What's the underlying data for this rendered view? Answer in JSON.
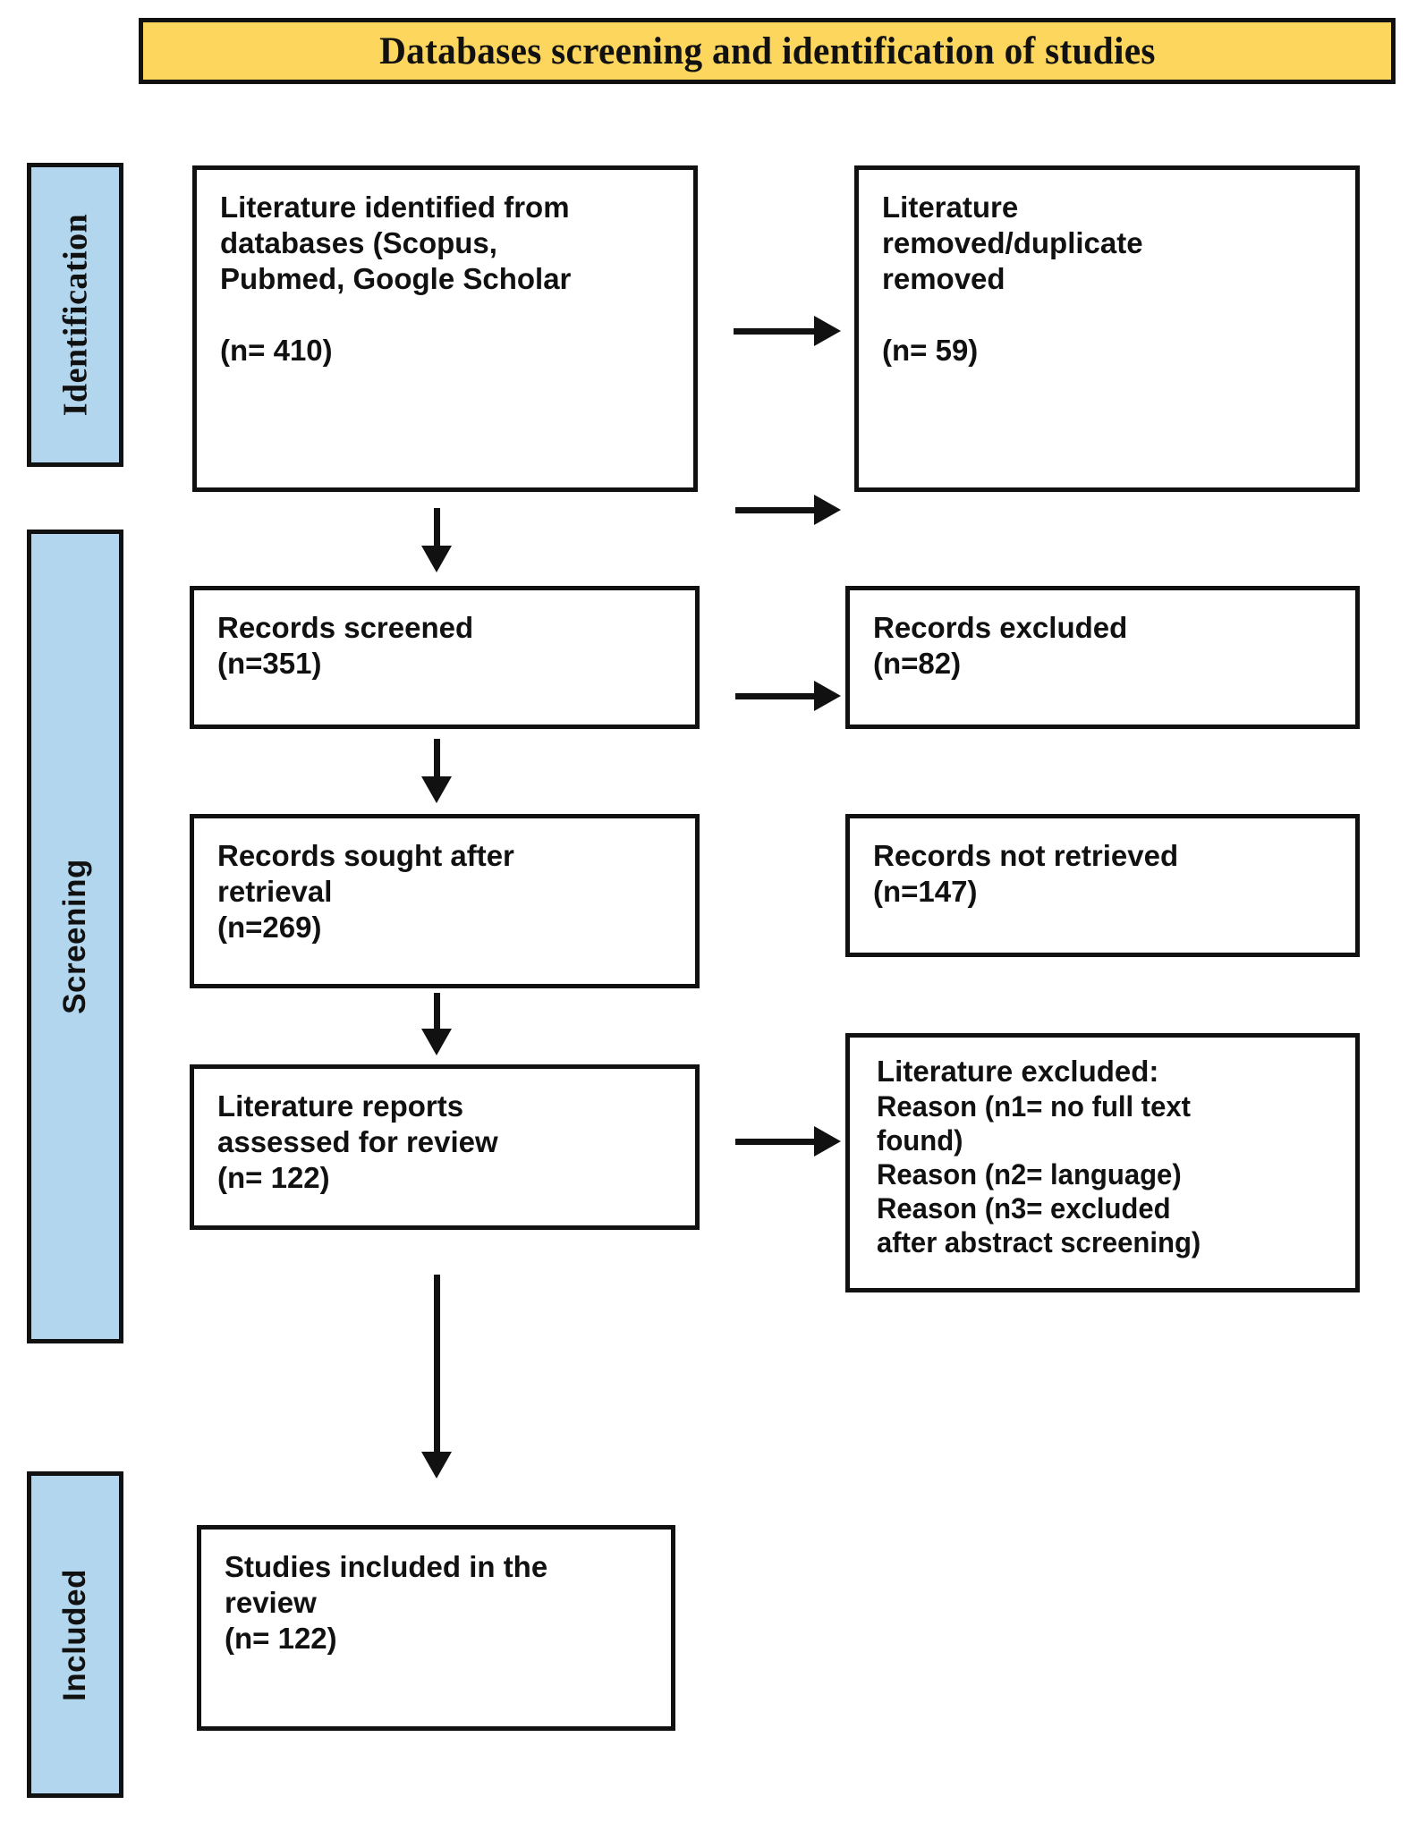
{
  "title": {
    "text": "Databases screening and identification of studies",
    "background_color": "#FDD75D",
    "border_color": "#111111"
  },
  "colors": {
    "stage_background": "#B1D6ED",
    "box_background": "#FFFFFF",
    "line": "#111111",
    "text": "#111111"
  },
  "stages": [
    {
      "label": "Identification"
    },
    {
      "label": "Screening"
    },
    {
      "label": "Included"
    }
  ],
  "boxes": {
    "identified": {
      "line1": "Literature identified from",
      "line2": "databases (Scopus,",
      "line3": "Pubmed, Google Scholar",
      "count": "(n= 410)"
    },
    "removed": {
      "line1": "Literature",
      "line2": "removed/duplicate",
      "line3": "removed",
      "count": "(n= 59)"
    },
    "screened": {
      "line1": "Records screened",
      "count": "(n=351)"
    },
    "excluded": {
      "line1": "Records excluded",
      "count": "(n=82)"
    },
    "sought": {
      "line1": "Records sought after",
      "line2": "retrieval",
      "count": "(n=269)"
    },
    "not_retrieved": {
      "line1": "Records not retrieved",
      "count": "(n=147)"
    },
    "assessed": {
      "line1": "Literature reports",
      "line2": "assessed for review",
      "count": "(n= 122)"
    },
    "literature_excluded": {
      "heading": "Literature excluded:",
      "reason1a": "Reason (n1= no full text",
      "reason1b": "found)",
      "reason2": "Reason (n2= language)",
      "reason3a": "Reason (n3= excluded",
      "reason3b": "after abstract screening)"
    },
    "studies_included": {
      "line1": "Studies included in the",
      "line2": "review",
      "count": "(n= 122)"
    }
  },
  "arrows": [
    {
      "name": "identified-to-removed",
      "direction": "right"
    },
    {
      "name": "identified-to-screened",
      "direction": "down"
    },
    {
      "name": "screened-to-excluded",
      "direction": "right"
    },
    {
      "name": "screened-to-sought",
      "direction": "down"
    },
    {
      "name": "sought-to-not-retrieved",
      "direction": "right"
    },
    {
      "name": "sought-to-assessed",
      "direction": "down"
    },
    {
      "name": "assessed-to-literature-excluded",
      "direction": "right"
    },
    {
      "name": "assessed-to-studies-included",
      "direction": "down"
    }
  ]
}
